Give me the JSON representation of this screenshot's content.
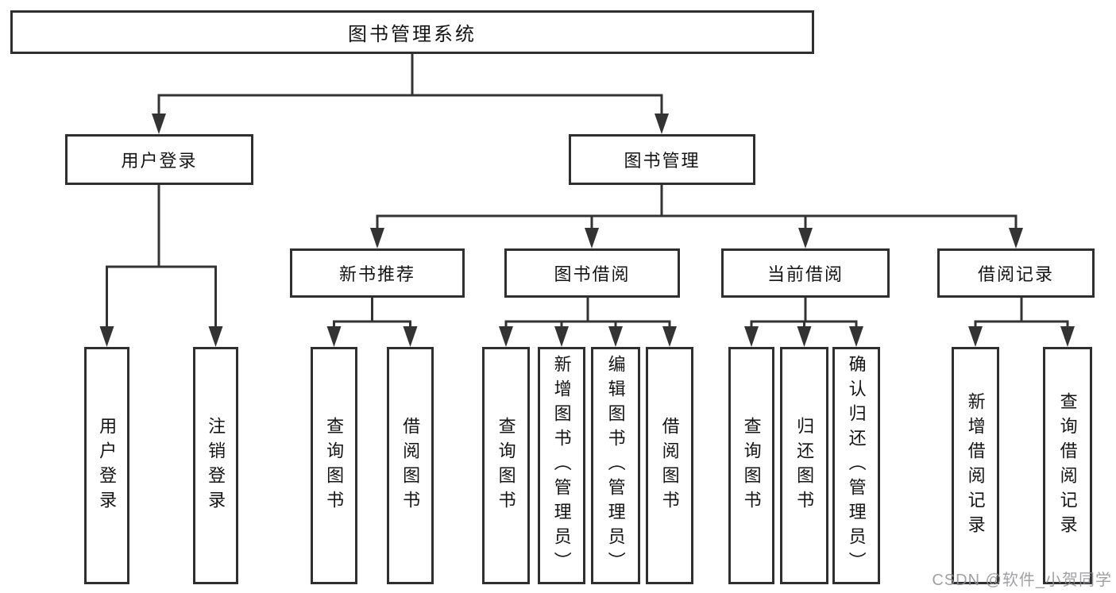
{
  "colors": {
    "line": "#333333",
    "box_border": "#2f2f2f",
    "box_fill": "#ffffff",
    "text": "#141414",
    "watermark": "#919194"
  },
  "diagram": {
    "root": {
      "label": "图书管理系统"
    },
    "branches": [
      {
        "label": "用户登录"
      },
      {
        "label": "图书管理"
      }
    ],
    "modules": [
      {
        "label": "新书推荐"
      },
      {
        "label": "图书借阅"
      },
      {
        "label": "当前借阅"
      },
      {
        "label": "借阅记录"
      }
    ],
    "functions": [
      {
        "label": "用户登录"
      },
      {
        "label": "注销登录"
      },
      {
        "label": "查询图书"
      },
      {
        "label": "借阅图书"
      },
      {
        "label": "查询图书"
      },
      {
        "label": "新增图书（管理员）"
      },
      {
        "label": "编辑图书（管理员）"
      },
      {
        "label": "借阅图书"
      },
      {
        "label": "查询图书"
      },
      {
        "label": "归还图书"
      },
      {
        "label": "确认归还（管理员）"
      },
      {
        "label": "新增借阅记录"
      },
      {
        "label": "查询借阅记录"
      }
    ]
  },
  "watermark": {
    "text": "CSDN @软件_小贺同学"
  }
}
